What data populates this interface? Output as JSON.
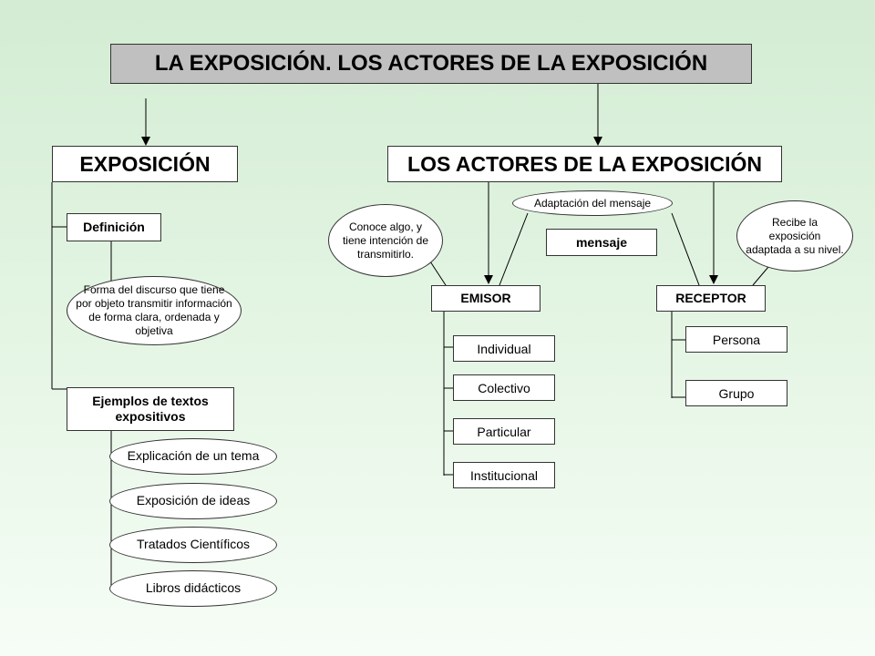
{
  "title": "LA EXPOSICIÓN. LOS ACTORES DE LA EXPOSICIÓN",
  "left": {
    "heading": "EXPOSICIÓN",
    "definicion_label": "Definición",
    "definicion_text": "Forma del discurso que tiene por objeto transmitir información de forma clara, ordenada y objetiva",
    "ejemplos_label": "Ejemplos de textos expositivos",
    "ejemplos": [
      "Explicación de un tema",
      "Exposición de ideas",
      "Tratados Científicos",
      "Libros didácticos"
    ]
  },
  "right": {
    "heading": "LOS ACTORES DE LA EXPOSICIÓN",
    "emisor_note": "Conoce algo, y tiene intención de transmitirlo.",
    "adaptacion": "Adaptación del mensaje",
    "mensaje": "mensaje",
    "receptor_note": "Recibe la exposición adaptada a su nivel.",
    "emisor": "EMISOR",
    "receptor": "RECEPTOR",
    "emisor_types": [
      "Individual",
      "Colectivo",
      "Particular",
      "Institucional"
    ],
    "receptor_types": [
      "Persona",
      "Grupo"
    ]
  }
}
